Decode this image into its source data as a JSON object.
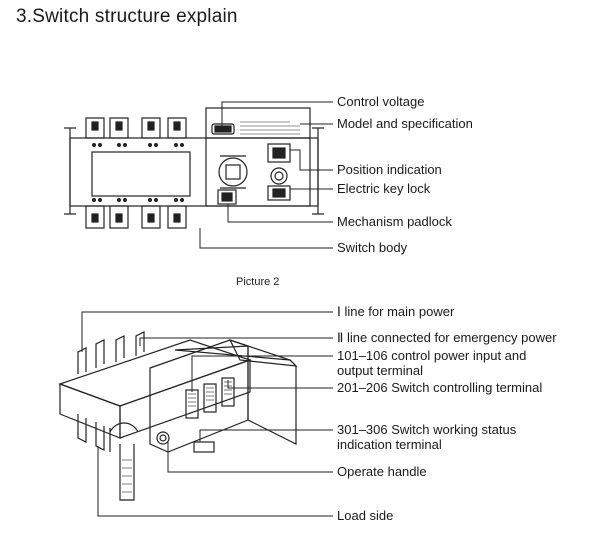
{
  "title": "3.Switch structure explain",
  "picture1": {
    "labels": {
      "control_voltage": "Control voltage",
      "model_spec": "Model and specification",
      "position_indication": "Position indication",
      "electric_key_lock": "Electric key lock",
      "mechanism_padlock": "Mechanism padlock",
      "switch_body": "Switch body"
    },
    "caption": "Picture 2"
  },
  "picture2": {
    "labels": {
      "line_main_power": "Ⅰ line for main power",
      "line_emergency_power": "Ⅱ line connected for emergency power",
      "terminal_101_106_a": "101–106 control power input and",
      "terminal_101_106_b": "output terminal",
      "terminal_201_206": "201–206 Switch controlling terminal",
      "terminal_301_306_a": "301–306 Switch working status",
      "terminal_301_306_b": "indication terminal",
      "operate_handle": "Operate handle",
      "load_side": "Load side"
    }
  }
}
